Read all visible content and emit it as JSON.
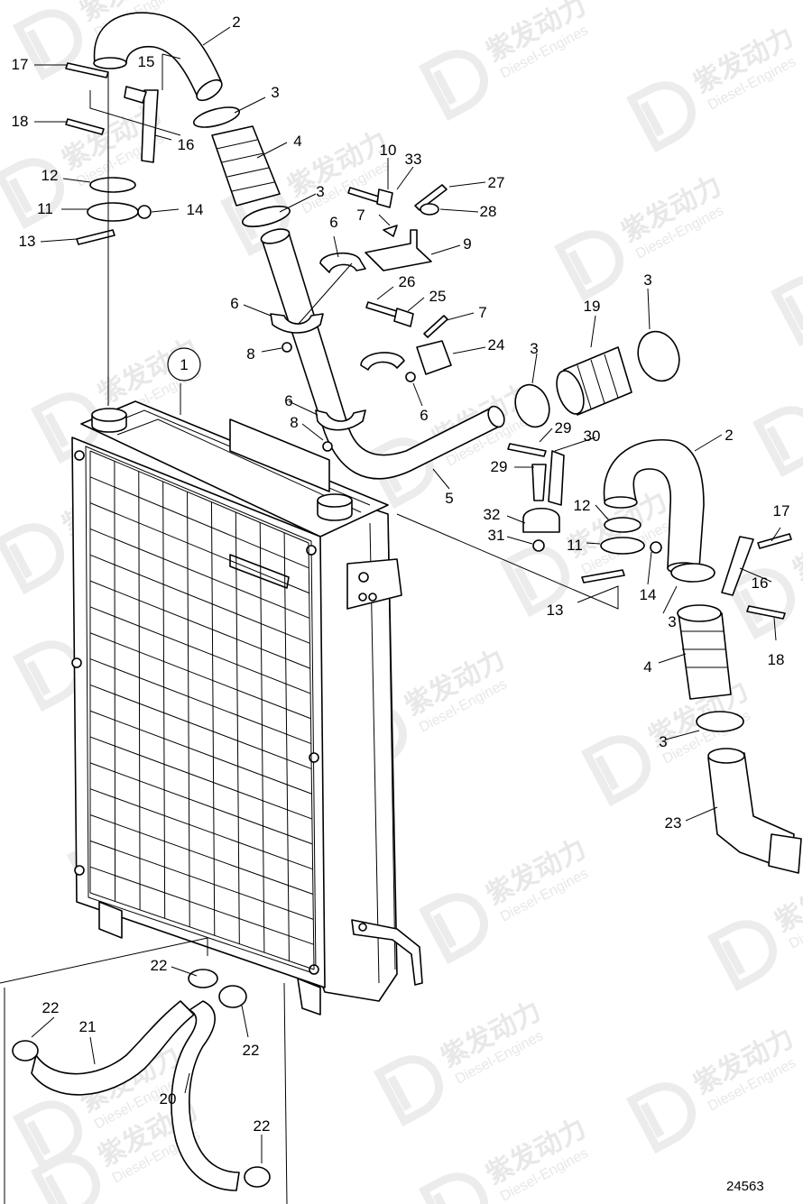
{
  "watermark": {
    "text_cn": "紫发动力",
    "text_en": "Diesel-Engines"
  },
  "callouts": [
    {
      "label": "1"
    },
    {
      "label": "2"
    },
    {
      "label": "2"
    },
    {
      "label": "3"
    },
    {
      "label": "3"
    },
    {
      "label": "3"
    },
    {
      "label": "3"
    },
    {
      "label": "3"
    },
    {
      "label": "3"
    },
    {
      "label": "4"
    },
    {
      "label": "4"
    },
    {
      "label": "5"
    },
    {
      "label": "6"
    },
    {
      "label": "6"
    },
    {
      "label": "6"
    },
    {
      "label": "6"
    },
    {
      "label": "7"
    },
    {
      "label": "7"
    },
    {
      "label": "8"
    },
    {
      "label": "8"
    },
    {
      "label": "9"
    },
    {
      "label": "10"
    },
    {
      "label": "11"
    },
    {
      "label": "11"
    },
    {
      "label": "12"
    },
    {
      "label": "12"
    },
    {
      "label": "13"
    },
    {
      "label": "13"
    },
    {
      "label": "14"
    },
    {
      "label": "14"
    },
    {
      "label": "15"
    },
    {
      "label": "16"
    },
    {
      "label": "16"
    },
    {
      "label": "17"
    },
    {
      "label": "17"
    },
    {
      "label": "18"
    },
    {
      "label": "18"
    },
    {
      "label": "19"
    },
    {
      "label": "20"
    },
    {
      "label": "21"
    },
    {
      "label": "22"
    },
    {
      "label": "22"
    },
    {
      "label": "22"
    },
    {
      "label": "22"
    },
    {
      "label": "23"
    },
    {
      "label": "24"
    },
    {
      "label": "25"
    },
    {
      "label": "26"
    },
    {
      "label": "27"
    },
    {
      "label": "28"
    },
    {
      "label": "29"
    },
    {
      "label": "29"
    },
    {
      "label": "30"
    },
    {
      "label": "31"
    },
    {
      "label": "32"
    },
    {
      "label": "33"
    }
  ],
  "figure_number": "24563"
}
